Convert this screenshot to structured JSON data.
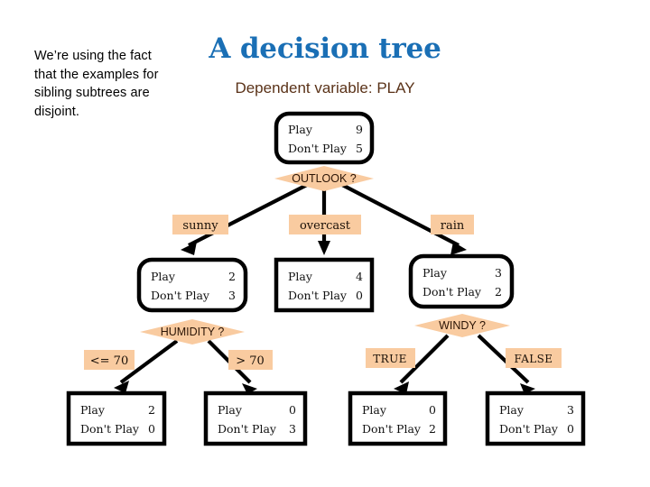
{
  "slide": {
    "note": "We’re using the fact that the examples for sibling subtrees are disjoint.",
    "title": "A decision tree",
    "subtitle": "Dependent variable: PLAY",
    "colors": {
      "title_blue": "#1A6FB5",
      "subtitle_brown": "#5A3218",
      "label_peach": "#F9CBA0",
      "node_border": "#000000",
      "background": "#FFFFFF"
    }
  },
  "tree": {
    "row_labels": {
      "play": "Play",
      "dont_play": "Don't Play"
    },
    "nodes": {
      "root": {
        "play": "9",
        "dont_play": "5",
        "test": "OUTLOOK ?",
        "shape": "rounded"
      },
      "sunny": {
        "play": "2",
        "dont_play": "3",
        "test": "HUMIDITY ?",
        "shape": "rounded"
      },
      "overcast": {
        "play": "4",
        "dont_play": "0",
        "test": "",
        "shape": "square"
      },
      "rain": {
        "play": "3",
        "dont_play": "2",
        "test": "WINDY ?",
        "shape": "rounded"
      },
      "humidity_le70": {
        "play": "2",
        "dont_play": "0",
        "test": "",
        "shape": "square"
      },
      "humidity_gt70": {
        "play": "0",
        "dont_play": "3",
        "test": "",
        "shape": "square"
      },
      "windy_true": {
        "play": "0",
        "dont_play": "2",
        "test": "",
        "shape": "square"
      },
      "windy_false": {
        "play": "3",
        "dont_play": "0",
        "test": "",
        "shape": "square"
      }
    },
    "edges": {
      "sunny": "sunny",
      "overcast": "overcast",
      "rain": "rain",
      "humidity_le70": "<= 70",
      "humidity_gt70": "> 70",
      "windy_true": "TRUE",
      "windy_false": "FALSE"
    }
  }
}
